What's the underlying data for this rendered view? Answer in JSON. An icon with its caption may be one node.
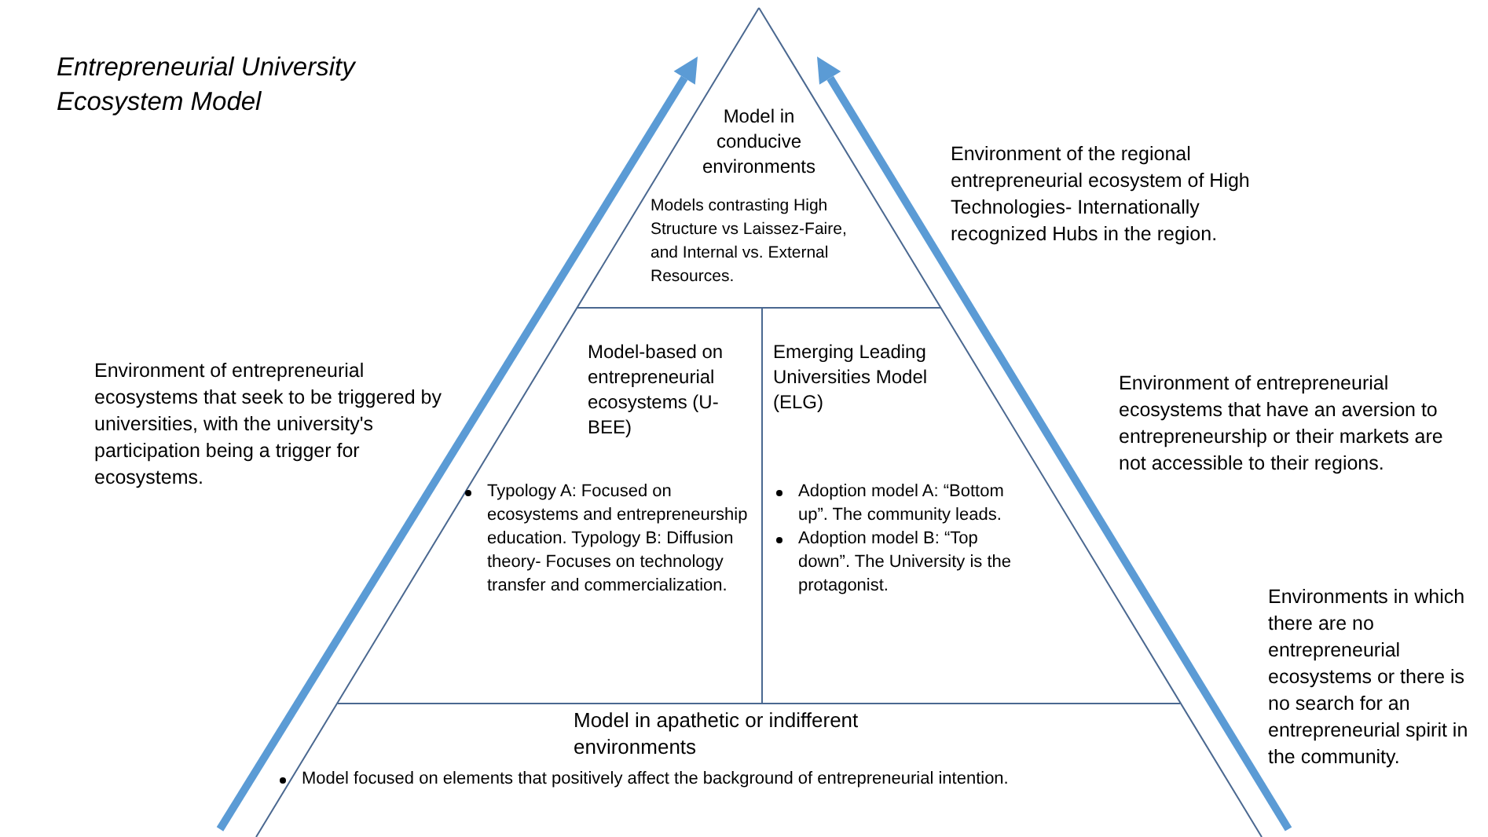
{
  "diagram": {
    "title": "Entrepreneurial University Ecosystem Model",
    "nodes": [
      {
        "text": [
          "Model in conducive environments",
          "Models contrasting High Structure vs Laissez-Faire, and Internal vs. External Resources."
        ]
      },
      {
        "text": [
          "Model-based on entrepreneurial ecosystems (U-BEE)",
          "Typology A: Focused on ecosystems and entrepreneurship education. Typology B: Diffusion theory- Focuses on technology transfer and commercialization."
        ]
      },
      {
        "text": [
          "Emerging Leading Universities Model (ELG)",
          "Adoption model A: “Bottom up”. The community leads.",
          "Adoption model B: “Top down”. The University is the protagonist."
        ]
      },
      {
        "text": [
          "Model in apathetic or indifferent environments",
          "Model focused on elements that positively affect the background of entrepreneurial intention."
        ]
      }
    ],
    "labels": [
      "Environment of entrepreneurial ecosystems that seek to be triggered by universities, with the university's participation being a trigger for ecosystems.",
      "Environment of the regional entrepreneurial ecosystem of High Technologies- Internationally recognized Hubs in the region.",
      "Environment of entrepreneurial ecosystems that have an aversion to entrepreneurship or their markets are not accessible to their regions.",
      "Environments in which there are no entrepreneurial ecosystems or there is no search for an entrepreneurial spirit in the community."
    ]
  }
}
